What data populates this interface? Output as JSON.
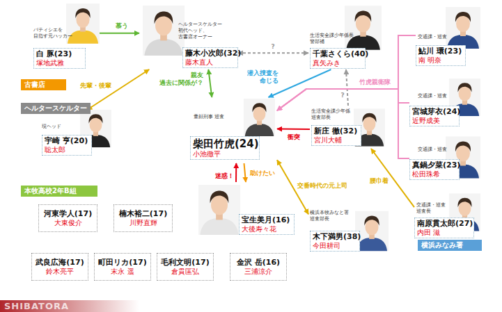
{
  "diagram": {
    "nodes": [
      {
        "text": [
          "パティシエを 目指す元ハッカー",
          "白 豚(23)",
          "塚地武雅"
        ]
      },
      {
        "text": [
          "ヘルタースケルター 初代ヘッド、 古書店オーナー",
          "藤木小次郎(32)",
          "藤木直人"
        ]
      },
      {
        "text": [
          "生活安全課少年係長 警部補",
          "千葉さくら(40)",
          "真矢みき"
        ]
      },
      {
        "text": [
          "交通課・巡査",
          "鮎川 環(23)",
          "南 明奈"
        ]
      },
      {
        "text": [
          "古書店"
        ]
      },
      {
        "text": [
          "ヘルタースケルター"
        ]
      },
      {
        "text": [
          "交通課・巡査",
          "宮城芽衣(24)",
          "近野成美"
        ]
      },
      {
        "text": [
          "現ヘッド",
          "宇崎 亨(20)",
          "聡太郎"
        ]
      },
      {
        "text": [
          "童顔刑事 巡査",
          "柴田竹虎(24)",
          "小池徹平"
        ]
      },
      {
        "text": [
          "生活安全課少年係 巡査部長",
          "新庄 徹(32)",
          "宮川大輔"
        ]
      },
      {
        "text": [
          "交通課・巡査",
          "真鍋夕菜(23)",
          "松田珠希"
        ]
      },
      {
        "text": [
          "本牧高校2年B組"
        ]
      },
      {
        "text": [
          "宝生美月(16)",
          "大後寿々花"
        ]
      },
      {
        "text": [
          "河東学人(17)",
          "大東俊介"
        ]
      },
      {
        "text": [
          "楠木裕二(17)",
          "川野直輝"
        ]
      },
      {
        "text": [
          "交通課・巡査 巡査長",
          "南原貫太郎(27)",
          "内田 滋"
        ]
      },
      {
        "text": [
          "横浜本牧みなと署 巡査部長",
          "木下満男(38)",
          "今田耕司"
        ]
      },
      {
        "text": [
          "横浜みなみ署"
        ]
      },
      {
        "text": [
          "武良広海(17)",
          "鈴木亮平"
        ]
      },
      {
        "text": [
          "町田リカ(17)",
          "末永 遥"
        ]
      },
      {
        "text": [
          "毛利文明(17)",
          "倉貫匡弘"
        ]
      },
      {
        "text": [
          "金沢 岳(16)",
          "三浦涼介"
        ]
      }
    ],
    "edges": [
      {
        "from": 0,
        "to": 1,
        "label": "慕う",
        "arrow": "to"
      },
      {
        "from": 1,
        "to": 2,
        "label": "?",
        "arrow": "both"
      },
      {
        "from": 1,
        "to": 8,
        "label": "親友 過去に関係が？",
        "arrow": "both"
      },
      {
        "from": 2,
        "to": 8,
        "label": "潜入捜査を 命じる",
        "arrow": "to"
      },
      {
        "from": 1,
        "to": 7,
        "label": "先輩・後輩",
        "arrow": "both"
      },
      {
        "from": 9,
        "to": 8,
        "label": "衝突",
        "arrow": "to"
      },
      {
        "from": 9,
        "to": 2,
        "label": "?",
        "arrow": "to"
      },
      {
        "from": 3,
        "to": 8,
        "label": "竹虎親衛隊",
        "arrow": "to"
      },
      {
        "from": 6,
        "to": 8,
        "arrow": "to"
      },
      {
        "from": 10,
        "to": 8,
        "arrow": "to"
      },
      {
        "from": 8,
        "to": 12,
        "label": "助けたい",
        "arrow": "to"
      },
      {
        "from": 12,
        "to": 8,
        "label": "迷惑！",
        "arrow": "to"
      },
      {
        "from": 8,
        "to": 16,
        "label": "交番時代の元上司",
        "arrow": "both"
      },
      {
        "from": 15,
        "to": 9,
        "label": "腰巾着",
        "arrow": "to"
      }
    ],
    "labels": [
      "SHIBATORA"
    ]
  }
}
